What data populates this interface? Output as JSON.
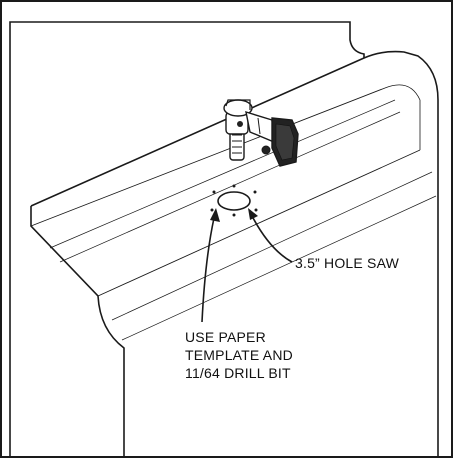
{
  "diagram": {
    "callouts": {
      "hole_saw": "3.5” HOLE SAW",
      "template_lines": [
        "USE PAPER",
        "TEMPLATE AND",
        "11/64 DRILL BIT"
      ]
    },
    "colors": {
      "stroke": "#1a1a1a",
      "drill_body": "#222222",
      "background": "#ffffff"
    }
  }
}
